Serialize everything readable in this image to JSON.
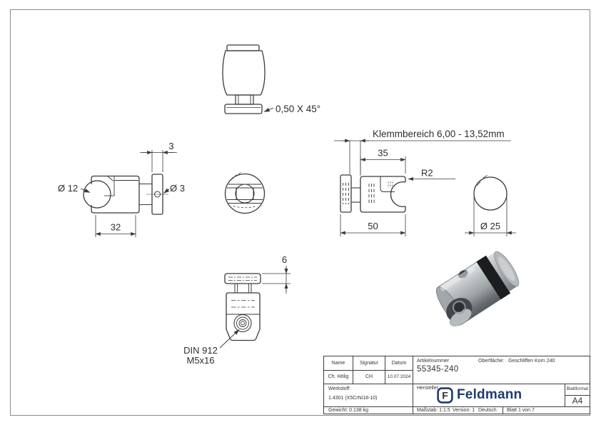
{
  "drawing": {
    "top_view": {
      "chamfer": "0,50 X 45°"
    },
    "side_view": {
      "flange_width": "3",
      "ball_diameter": "Ø 12",
      "hole_diameter": "Ø 3",
      "body_length": "32"
    },
    "clamp_view": {
      "clamp_range": "Klemmbereich 6,00 - 13,52mm",
      "body_width": "35",
      "lip_radius": "R2",
      "total_length": "50"
    },
    "end_view": {
      "diameter": "Ø 25"
    },
    "bottom_view": {
      "plate_thickness": "6",
      "screw_line1": "DIN 912",
      "screw_line2": "M5x16"
    }
  },
  "title_block": {
    "labels": {
      "name": "Name",
      "signatur": "Signatur",
      "datum": "Datum",
      "werkstoff": "Werkstoff:",
      "artikelnummer": "Artikelnummer",
      "oberflaeche": "Oberfläche:",
      "hersteller": "Hersteller",
      "blattformat": "Blattformat"
    },
    "values": {
      "name": "Ch. Hölig",
      "signatur": "CH",
      "datum": "10.07.2024",
      "werkstoff": "1.4301 (X5CrNi18-10)",
      "gewicht": "Gewicht: 0.138 kg",
      "artikelnummer": "55345-240",
      "oberflaeche": "Geschliffen Korn 240",
      "blattformat": "A4"
    },
    "footer": {
      "massstab": "Maßstab: 1:1.5",
      "version": "Version: 1",
      "sprache": "Deutsch",
      "blatt": "Blatt 1 von 7"
    },
    "brand": {
      "initial": "F",
      "name": "Feldmann",
      "color": "#1e3c6e"
    }
  },
  "colors": {
    "line": "#3a3a3a",
    "frame": "#8a8a8a"
  }
}
